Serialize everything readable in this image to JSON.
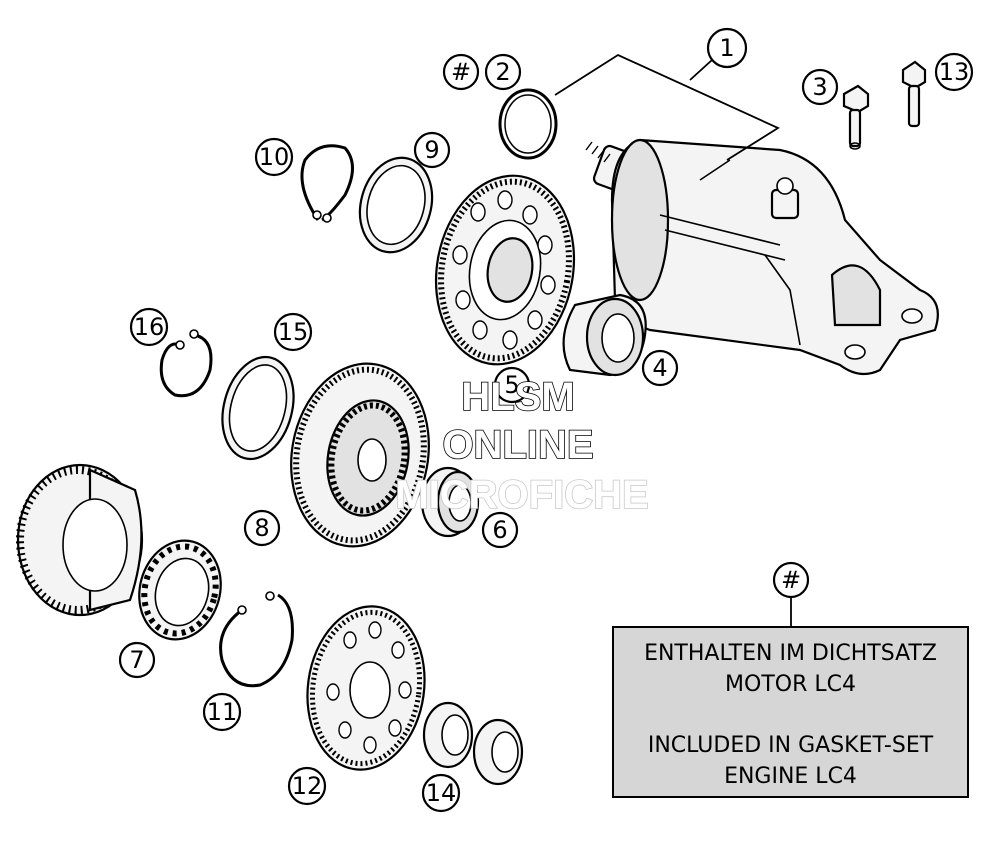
{
  "callouts": [
    {
      "id": "1",
      "label": "1"
    },
    {
      "id": "2",
      "label": "2"
    },
    {
      "id": "3",
      "label": "3"
    },
    {
      "id": "4",
      "label": "4"
    },
    {
      "id": "5",
      "label": "5"
    },
    {
      "id": "6",
      "label": "6"
    },
    {
      "id": "7",
      "label": "7"
    },
    {
      "id": "8",
      "label": "8"
    },
    {
      "id": "9",
      "label": "9"
    },
    {
      "id": "10",
      "label": "10"
    },
    {
      "id": "11",
      "label": "11"
    },
    {
      "id": "12",
      "label": "12"
    },
    {
      "id": "13",
      "label": "13"
    },
    {
      "id": "14",
      "label": "14"
    },
    {
      "id": "15",
      "label": "15"
    },
    {
      "id": "16",
      "label": "16"
    },
    {
      "id": "hash-top",
      "label": "#"
    },
    {
      "id": "hash-note",
      "label": "#"
    }
  ],
  "watermark": {
    "line1": "HLSM",
    "line2": "ONLINE",
    "line3": "MICROFICHE"
  },
  "note": {
    "de_line1": "ENTHALTEN IM DICHTSATZ",
    "de_line2": "MOTOR LC4",
    "en_line1": "INCLUDED IN GASKET-SET",
    "en_line2": "ENGINE LC4"
  }
}
